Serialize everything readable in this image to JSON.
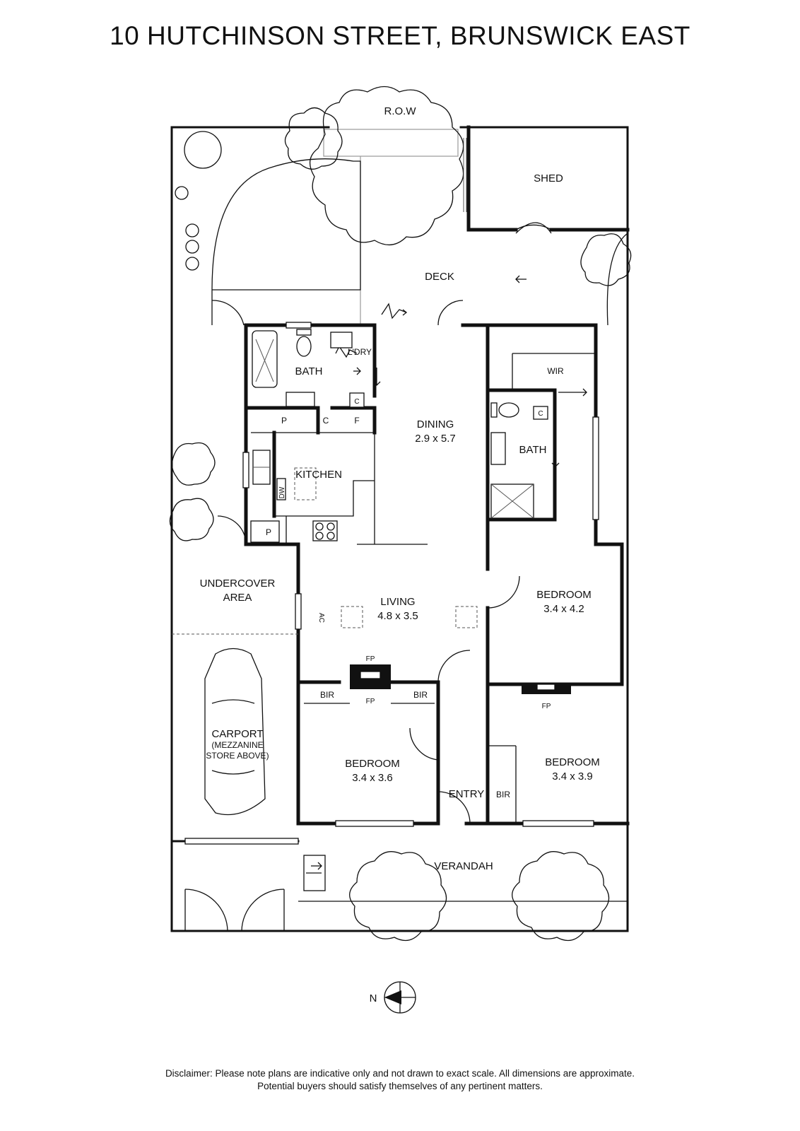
{
  "title": "10 HUTCHINSON STREET, BRUNSWICK EAST",
  "rooms": {
    "row": "R.O.W",
    "shed": "SHED",
    "deck": "DECK",
    "bath1": "BATH",
    "laundry": "L'DRY",
    "kitchen": "KITCHEN",
    "dining": "DINING",
    "dining_size": "2.9 x 5.7",
    "wir": "WIR",
    "bath2": "BATH",
    "living": "LIVING",
    "living_size": "4.8 x 3.5",
    "undercover_1": "UNDERCOVER",
    "undercover_2": "AREA",
    "bedroom_main": "BEDROOM",
    "bedroom_main_size": "3.4 x 4.2",
    "bedroom_front_left": "BEDROOM",
    "bedroom_front_left_size": "3.4 x 3.6",
    "bedroom_front_right": "BEDROOM",
    "bedroom_front_right_size": "3.4 x 3.9",
    "entry": "ENTRY",
    "verandah": "VERANDAH",
    "carport": "CARPORT",
    "carport_note_1": "(MEZZANINE",
    "carport_note_2": "STORE ABOVE)"
  },
  "fixtures": {
    "pantry_1": "P",
    "cupboard_1": "C",
    "fridge": "F",
    "cupboard_2": "C",
    "pantry_2": "P",
    "dishwasher": "DW",
    "cupboard_3": "C",
    "aircon": "AC",
    "fireplace_1": "FP",
    "fireplace_2": "FP",
    "fireplace_3": "FP",
    "bir_1": "BIR",
    "bir_2": "BIR",
    "bir_3": "BIR"
  },
  "compass": {
    "north": "N"
  },
  "disclaimer": {
    "line1": "Disclaimer: Please note plans are indicative only and not drawn to exact scale. All dimensions are approximate.",
    "line2": "Potential buyers should satisfy themselves of any pertinent matters."
  }
}
